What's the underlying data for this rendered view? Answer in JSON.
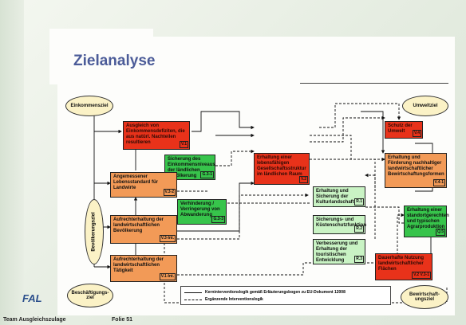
{
  "slide": {
    "title": "Zielanalyse",
    "footer_left": "Team Ausgleichszulage",
    "footer_right": "Folie 51",
    "logo": "FAL"
  },
  "ellipses": {
    "einkommensziel": "Einkommensziel",
    "umweltziel": "Umweltziel",
    "bevoelkerungsziel": "Bevölkerungsziel",
    "beschaeftigungsziel": "Beschäftigungs-ziel",
    "bewirtschaftungsziel": "Bewirtschaft-ungsziel"
  },
  "boxes": {
    "v1": {
      "text": "Ausgleich von Einkommensdefiziten, die aus natürl. Nachteilen resultieren",
      "code": "V.1"
    },
    "v2": {
      "text": "Erhaltung einer lebensfähigen Gesellschaftsstruktur im ländlichen Raum",
      "code": "V.2"
    },
    "v4": {
      "text": "Schutz der Umwelt",
      "code": "V.4"
    },
    "v41": {
      "text": "Erhaltung und Förderung nachhaltiger landwirtschaftlicher Bewirtschaftungsformen",
      "code": "V.4-1"
    },
    "g31": {
      "text": "Sicherung des Einkommensniveaus der ländlichen Bevölkerung",
      "code": "G.3-1"
    },
    "v32": {
      "text": "Angemessener Lebensstandard für Landwirte",
      "code": "V.3-2"
    },
    "r1": {
      "text": "Erhaltung und Sicherung der Kulturlandschaft",
      "code": "R.1"
    },
    "g33": {
      "text": "Verhinderung / Verringerung von Abwanderung",
      "code": "G.3-3"
    },
    "r2": {
      "text": "Sicherungs- und Küstenschutzfunktion",
      "code": "R.2"
    },
    "q5": {
      "text": "Erhaltung einer standortgerechten und typischen Agrarproduktion",
      "code": "Q.5"
    },
    "v3int": {
      "text": "Aufrechterhaltung der landwirtschaftlichen Bevölkerung",
      "code": "V.3-Int."
    },
    "r3": {
      "text": "Verbesserung und Erhaltung der touristischen Entwicklung",
      "code": "R.3"
    },
    "v1int": {
      "text": "Aufrechterhaltung der landwirtschaftlichen Tätigkeit",
      "code": "V.1-Int."
    },
    "v23": {
      "text": "Dauerhafte Nutzung landwirtschaftlicher Flächen",
      "code": "V.2 V.3-1"
    }
  },
  "legend": {
    "solid": "Kerninterventionslogik gemäß Erläuterungsbogen zu EU-Dokument 12008",
    "dashed": "Ergänzende Interventionslogik"
  },
  "colors": {
    "title": "#4b5b98",
    "red": "#e8321a",
    "orange": "#f29a57",
    "green": "#37c44b",
    "light_green": "#c9f3c4",
    "ellipse": "#fbf2c6"
  }
}
